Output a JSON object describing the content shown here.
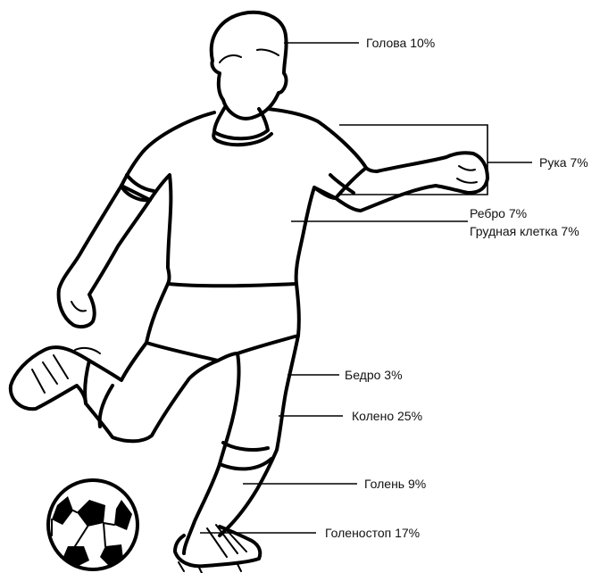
{
  "labels": {
    "head": "Голова  10%",
    "arm": "Рука  7%",
    "rib": "Ребро  7%",
    "chest": "Грудная клетка  7%",
    "thigh": "Бедро  3%",
    "knee": "Колено  25%",
    "shin": "Голень  9%",
    "ankle": "Голеностоп  17%"
  }
}
